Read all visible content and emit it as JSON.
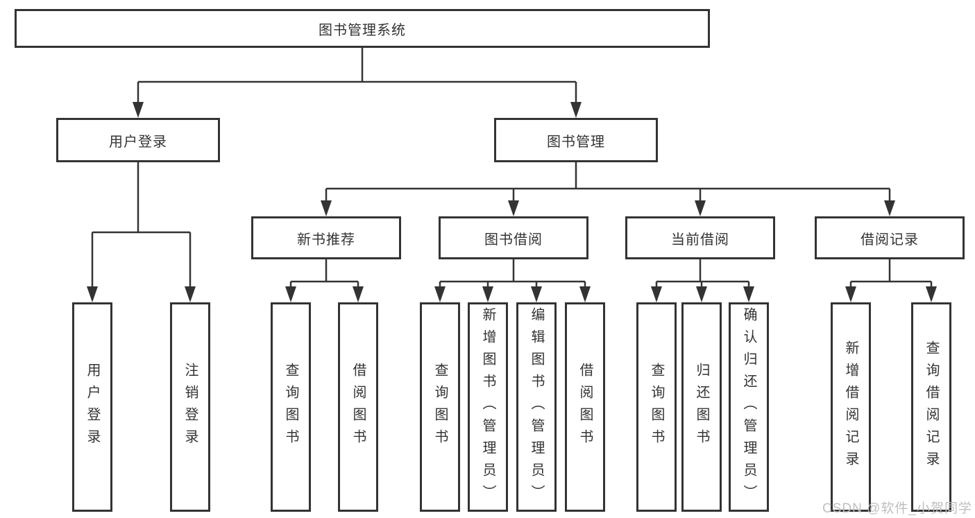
{
  "tree": {
    "root": {
      "label": "图书管理系统"
    },
    "branches": [
      {
        "label": "用户登录",
        "children": [
          {
            "label": "用户登录"
          },
          {
            "label": "注销登录"
          }
        ]
      },
      {
        "label": "图书管理",
        "children": [
          {
            "label": "新书推荐",
            "children": [
              {
                "label": "查询图书"
              },
              {
                "label": "借阅图书"
              }
            ]
          },
          {
            "label": "图书借阅",
            "children": [
              {
                "label": "查询图书"
              },
              {
                "label": "新增图书（管理员）"
              },
              {
                "label": "编辑图书（管理员）"
              },
              {
                "label": "借阅图书"
              }
            ]
          },
          {
            "label": "当前借阅",
            "children": [
              {
                "label": "查询图书"
              },
              {
                "label": "归还图书"
              },
              {
                "label": "确认归还（管理员）"
              }
            ]
          },
          {
            "label": "借阅记录",
            "children": [
              {
                "label": "新增借阅记录"
              },
              {
                "label": "查询借阅记录"
              }
            ]
          }
        ]
      }
    ]
  },
  "watermark": {
    "text": "CSDN @软件_小贺同学"
  },
  "colors": {
    "line": "#333333",
    "text": "#333333",
    "background": "#ffffff",
    "watermark": "#bfbfbf"
  }
}
